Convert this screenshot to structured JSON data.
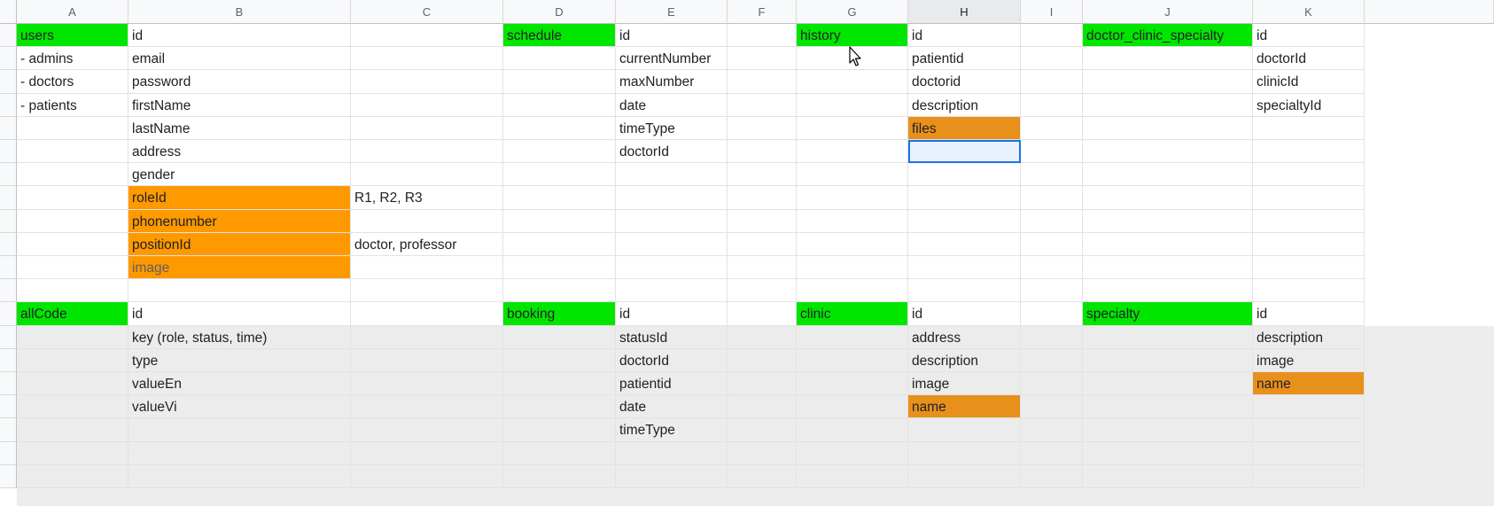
{
  "columns": [
    "A",
    "B",
    "C",
    "D",
    "E",
    "F",
    "G",
    "H",
    "I",
    "J",
    "K",
    ""
  ],
  "selected_column": "H",
  "colors": {
    "green": "#00e600",
    "orange": "#ff9900",
    "selection": "#1a73e8"
  },
  "cells": [
    {
      "col": "A",
      "row": 1,
      "text": "users",
      "fill": "green"
    },
    {
      "col": "B",
      "row": 1,
      "text": "id"
    },
    {
      "col": "A",
      "row": 2,
      "text": "- admins"
    },
    {
      "col": "B",
      "row": 2,
      "text": "email"
    },
    {
      "col": "A",
      "row": 3,
      "text": "- doctors"
    },
    {
      "col": "B",
      "row": 3,
      "text": "password"
    },
    {
      "col": "A",
      "row": 4,
      "text": "- patients"
    },
    {
      "col": "B",
      "row": 4,
      "text": "firstName"
    },
    {
      "col": "B",
      "row": 5,
      "text": "lastName"
    },
    {
      "col": "B",
      "row": 6,
      "text": "address"
    },
    {
      "col": "B",
      "row": 7,
      "text": "gender"
    },
    {
      "col": "B",
      "row": 8,
      "text": "roleId",
      "fill": "orange"
    },
    {
      "col": "C",
      "row": 8,
      "text": "R1, R2, R3"
    },
    {
      "col": "B",
      "row": 9,
      "text": "phonenumber",
      "fill": "orange"
    },
    {
      "col": "B",
      "row": 10,
      "text": "positionId",
      "fill": "orange"
    },
    {
      "col": "C",
      "row": 10,
      "text": "doctor, professor"
    },
    {
      "col": "B",
      "row": 11,
      "text": "image",
      "fill": "orange",
      "muted": true
    },
    {
      "col": "D",
      "row": 1,
      "text": "schedule",
      "fill": "green"
    },
    {
      "col": "E",
      "row": 1,
      "text": "id"
    },
    {
      "col": "E",
      "row": 2,
      "text": "currentNumber"
    },
    {
      "col": "E",
      "row": 3,
      "text": "maxNumber"
    },
    {
      "col": "E",
      "row": 4,
      "text": "date"
    },
    {
      "col": "E",
      "row": 5,
      "text": "timeType"
    },
    {
      "col": "E",
      "row": 6,
      "text": "doctorId"
    },
    {
      "col": "G",
      "row": 1,
      "text": "history",
      "fill": "green"
    },
    {
      "col": "H",
      "row": 1,
      "text": "id"
    },
    {
      "col": "H",
      "row": 2,
      "text": "patientid"
    },
    {
      "col": "H",
      "row": 3,
      "text": "doctorid"
    },
    {
      "col": "H",
      "row": 4,
      "text": "description"
    },
    {
      "col": "H",
      "row": 5,
      "text": "files",
      "fill": "orange-d"
    },
    {
      "col": "J",
      "row": 1,
      "text": "doctor_clinic_specialty",
      "fill": "green"
    },
    {
      "col": "K",
      "row": 1,
      "text": "id"
    },
    {
      "col": "K",
      "row": 2,
      "text": "doctorId"
    },
    {
      "col": "K",
      "row": 3,
      "text": "clinicId"
    },
    {
      "col": "K",
      "row": 4,
      "text": "specialtyId"
    },
    {
      "col": "A",
      "row": 13,
      "text": "allCode",
      "fill": "green"
    },
    {
      "col": "B",
      "row": 13,
      "text": "id"
    },
    {
      "col": "B",
      "row": 14,
      "text": "key (role, status, time)"
    },
    {
      "col": "B",
      "row": 15,
      "text": "type"
    },
    {
      "col": "B",
      "row": 16,
      "text": "valueEn"
    },
    {
      "col": "B",
      "row": 17,
      "text": "valueVi"
    },
    {
      "col": "D",
      "row": 13,
      "text": "booking",
      "fill": "green"
    },
    {
      "col": "E",
      "row": 13,
      "text": "id"
    },
    {
      "col": "E",
      "row": 14,
      "text": "statusId"
    },
    {
      "col": "E",
      "row": 15,
      "text": "doctorId"
    },
    {
      "col": "E",
      "row": 16,
      "text": "patientid"
    },
    {
      "col": "E",
      "row": 17,
      "text": "date"
    },
    {
      "col": "E",
      "row": 18,
      "text": "timeType"
    },
    {
      "col": "G",
      "row": 13,
      "text": "clinic",
      "fill": "green"
    },
    {
      "col": "H",
      "row": 13,
      "text": "id"
    },
    {
      "col": "H",
      "row": 14,
      "text": "address"
    },
    {
      "col": "H",
      "row": 15,
      "text": "description"
    },
    {
      "col": "H",
      "row": 16,
      "text": "image"
    },
    {
      "col": "H",
      "row": 17,
      "text": "name",
      "fill": "orange-d"
    },
    {
      "col": "J",
      "row": 13,
      "text": "specialty",
      "fill": "green"
    },
    {
      "col": "K",
      "row": 13,
      "text": "id"
    },
    {
      "col": "K",
      "row": 14,
      "text": "description"
    },
    {
      "col": "K",
      "row": 15,
      "text": "image"
    },
    {
      "col": "K",
      "row": 16,
      "text": "name",
      "fill": "orange-d"
    }
  ],
  "active_cell": {
    "col": "H",
    "row": 6
  },
  "cursor_icon": "mouse-pointer-icon"
}
